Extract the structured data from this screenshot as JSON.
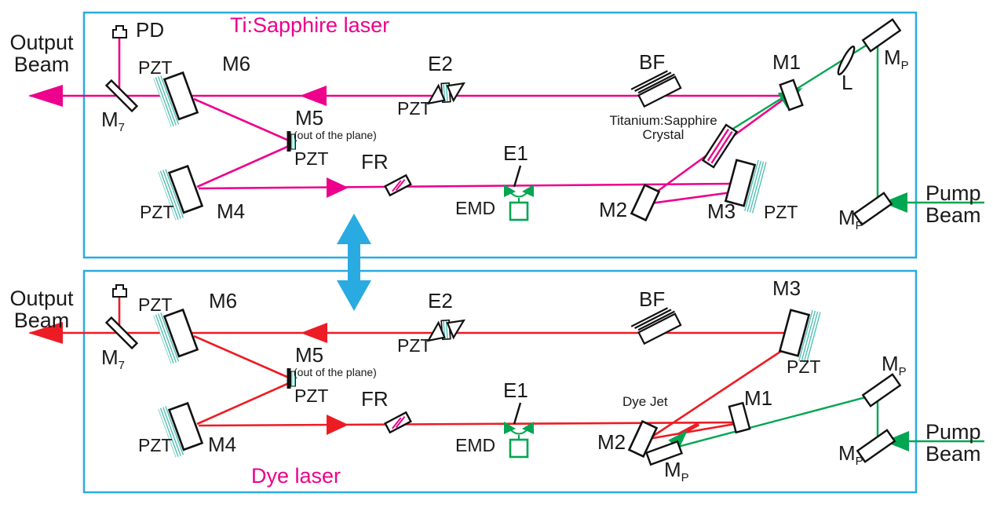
{
  "colors": {
    "tisapphire_beam": "#EC008C",
    "dye_beam": "#ED1C24",
    "pump_beam": "#00A651",
    "enclosure": "#29ABE2",
    "pzt_hatch": "#45BCAD",
    "outline": "#111111",
    "text": "#1a1a1a"
  },
  "top_box": {
    "title": "Ti:Sapphire laser",
    "output_beam_line1": "Output",
    "output_beam_line2": "Beam",
    "pump_beam_line1": "Pump",
    "pump_beam_line2": "Beam",
    "pd": "PD",
    "pzt_m6": "PZT",
    "m6": "M6",
    "m7_main": "M",
    "m7_sub": "7",
    "m5": "M5",
    "m5_note": "(out of the plane)",
    "pzt_m5": "PZT",
    "pzt_m4": "PZT",
    "m4": "M4",
    "fr": "FR",
    "e2": "E2",
    "pzt_e2": "PZT",
    "e1": "E1",
    "emd": "EMD",
    "bf": "BF",
    "crystal_line1": "Titanium:Sapphire",
    "crystal_line2": "Crystal",
    "m2": "M2",
    "m3": "M3",
    "pzt_m3": "PZT",
    "m1": "M1",
    "lens": "L",
    "mp_main": "M",
    "mp_sub": "P"
  },
  "bottom_box": {
    "title": "Dye laser",
    "output_beam_line1": "Output",
    "output_beam_line2": "Beam",
    "pump_beam_line1": "Pump",
    "pump_beam_line2": "Beam",
    "pzt_m6": "PZT",
    "m6": "M6",
    "m7_main": "M",
    "m7_sub": "7",
    "m5": "M5",
    "m5_note": "(out of the plane)",
    "pzt_m5": "PZT",
    "pzt_m4": "PZT",
    "m4": "M4",
    "fr": "FR",
    "e2": "E2",
    "pzt_e2": "PZT",
    "e1": "E1",
    "emd": "EMD",
    "bf": "BF",
    "dye_jet": "Dye Jet",
    "m1": "M1",
    "m2": "M2",
    "m3": "M3",
    "pzt_m3": "PZT",
    "mp_main": "M",
    "mp_sub": "P"
  }
}
